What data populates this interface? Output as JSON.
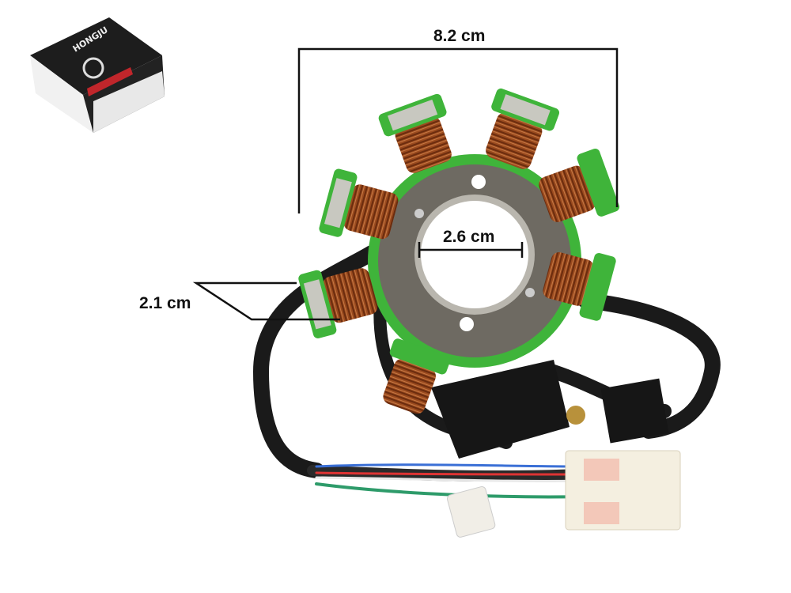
{
  "product_box": {
    "brand_logo": "HONGJU"
  },
  "dimensions": {
    "outer_diameter": "8.2 cm",
    "inner_bore": "2.6 cm",
    "coil_width": "2.1 cm"
  },
  "colors": {
    "insulation_green": "#3fb43a",
    "copper_coil": "#9a4a1e",
    "steel_core": "#6e6a62",
    "cable_black": "#1a1a1a",
    "connector_white": "#f4efe0"
  }
}
